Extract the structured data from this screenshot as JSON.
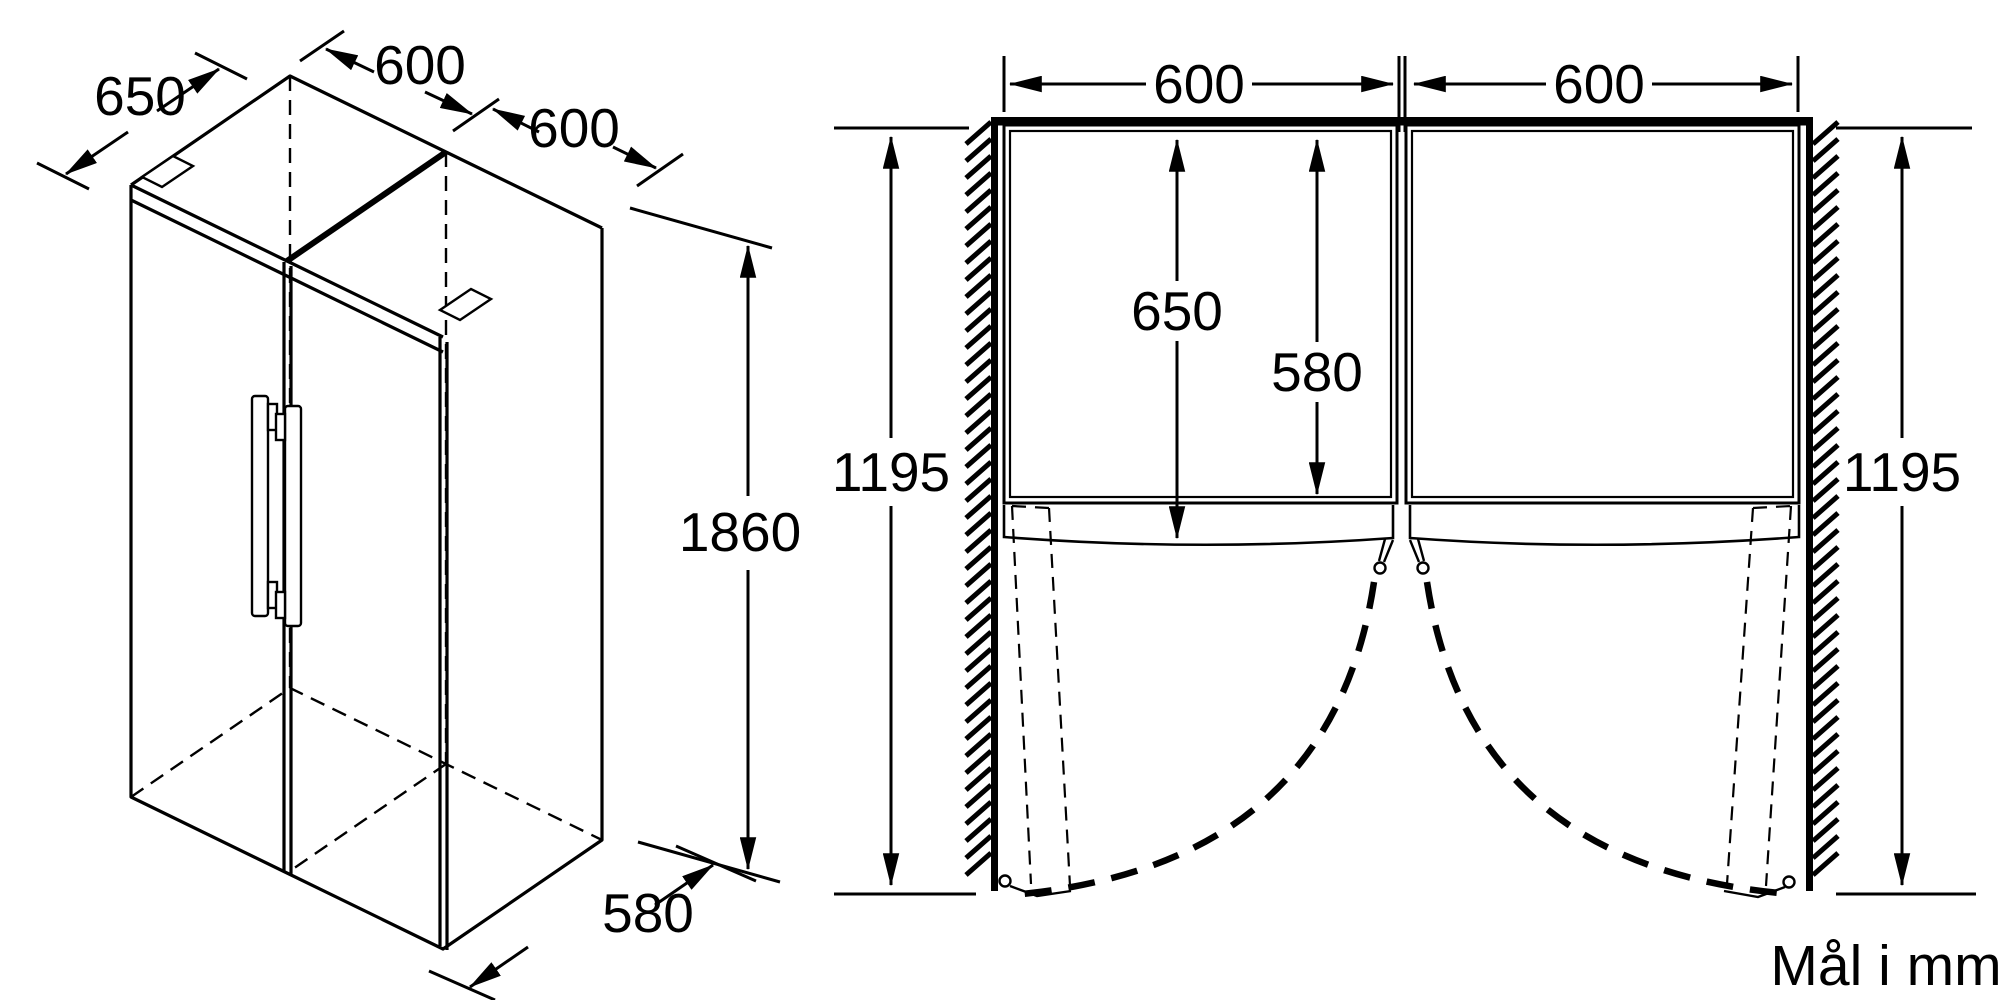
{
  "drawing": {
    "isometric_view": {
      "depth_label": "650",
      "left_width_label": "600",
      "right_width_label": "600",
      "height_label": "1860",
      "base_depth_label": "580"
    },
    "plan_view": {
      "left_width_label": "600",
      "right_width_label": "600",
      "left_clearance_label": "1195",
      "right_clearance_label": "1195",
      "depth_with_door_label": "650",
      "depth_without_door_label": "580"
    },
    "footer": {
      "units_note": "Mål i mm"
    },
    "colors": {
      "line": "#000000",
      "background": "#ffffff"
    }
  }
}
